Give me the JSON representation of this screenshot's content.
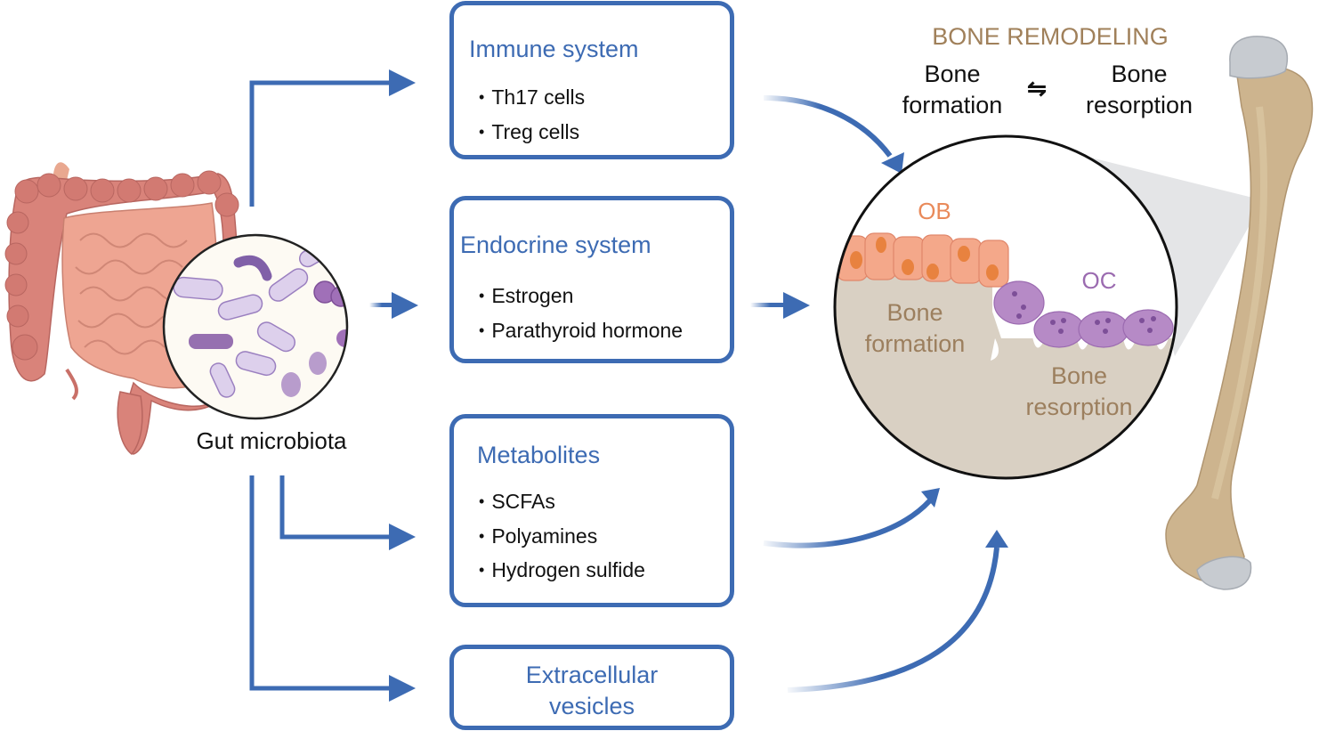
{
  "source": {
    "label": "Gut microbiota",
    "icon": "intestine-with-microbiota-icon"
  },
  "pathways": [
    {
      "title": "Immune system",
      "items": [
        "Th17 cells",
        "Treg cells"
      ]
    },
    {
      "title": "Endocrine system",
      "items": [
        "Estrogen",
        "Parathyroid hormone"
      ]
    },
    {
      "title": "Metabolites",
      "items": [
        "SCFAs",
        "Polyamines",
        "Hydrogen sulfide"
      ]
    },
    {
      "title": "Extracellular vesicles",
      "title_lines": [
        "Extracellular",
        "vesicles"
      ],
      "items": []
    }
  ],
  "target": {
    "heading": "BONE REMODELING",
    "left_label_lines": [
      "Bone",
      "formation"
    ],
    "right_label_lines": [
      "Bone",
      "resorption"
    ],
    "equilibrium_symbol": "⇋",
    "inset": {
      "ob_label": "OB",
      "oc_label": "OC",
      "formation_lines": [
        "Bone",
        "formation"
      ],
      "resorption_lines": [
        "Bone",
        "resorption"
      ]
    },
    "bone_icon": "femur-icon"
  },
  "colors": {
    "arrow_blue": "#3d6bb3",
    "heading_brown": "#a0805a",
    "osteoblast_orange": "#e98a5a",
    "osteoclast_purple": "#9b6bb0",
    "bone_matrix": "#d9d0c3",
    "bone_femur": "#cdb48e"
  }
}
